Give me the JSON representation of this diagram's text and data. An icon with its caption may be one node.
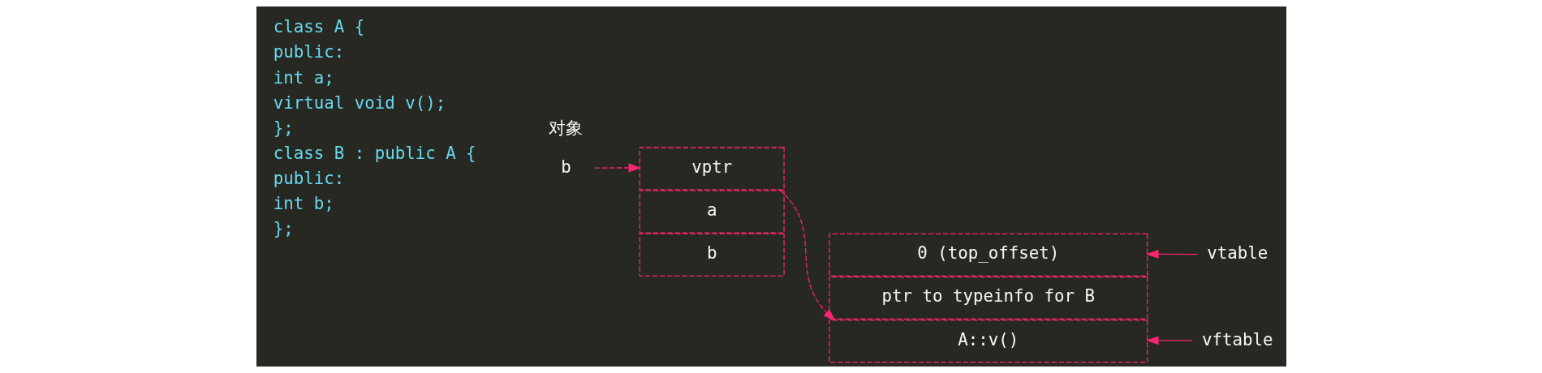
{
  "diagram": {
    "nodes": [
      {
        "text": [
          "b"
        ]
      },
      {
        "text": [
          "vptr"
        ]
      },
      {
        "text": [
          "a"
        ]
      },
      {
        "text": [
          "b"
        ]
      },
      {
        "text": [
          "0 (top_offset)"
        ]
      },
      {
        "text": [
          "ptr to typeinfo for B"
        ]
      },
      {
        "text": [
          "A::v()"
        ]
      },
      {
        "text": [
          "vtable"
        ]
      },
      {
        "text": [
          "vftable"
        ]
      }
    ],
    "edges": [
      {
        "from": 0,
        "to": 1,
        "arrow": "to",
        "style": "dashed"
      },
      {
        "from": 1,
        "to": 6,
        "arrow": "to",
        "style": "dashed"
      },
      {
        "from": 7,
        "to": 4,
        "arrow": "to"
      },
      {
        "from": 8,
        "to": 6,
        "arrow": "to"
      }
    ],
    "labels": [
      "class A {",
      "public:",
      "int a;",
      "virtual void v();",
      "};",
      "class B : public A {",
      "public:",
      "int b;",
      "};",
      "对象"
    ]
  }
}
